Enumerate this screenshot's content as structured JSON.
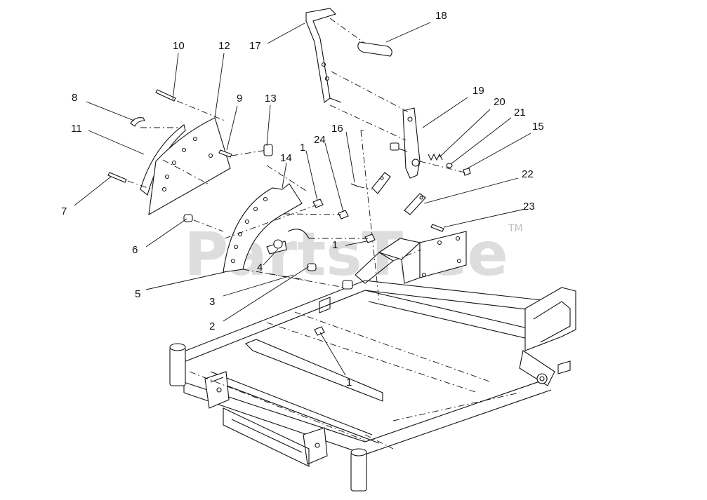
{
  "diagram": {
    "callouts": [
      {
        "id": "c1a",
        "label": "1"
      },
      {
        "id": "c1b",
        "label": "1"
      },
      {
        "id": "c1c",
        "label": "1"
      },
      {
        "id": "c2",
        "label": "2"
      },
      {
        "id": "c3",
        "label": "3"
      },
      {
        "id": "c4",
        "label": "4"
      },
      {
        "id": "c5",
        "label": "5"
      },
      {
        "id": "c6",
        "label": "6"
      },
      {
        "id": "c7",
        "label": "7"
      },
      {
        "id": "c8",
        "label": "8"
      },
      {
        "id": "c9",
        "label": "9"
      },
      {
        "id": "c10",
        "label": "10"
      },
      {
        "id": "c11",
        "label": "11"
      },
      {
        "id": "c12",
        "label": "12"
      },
      {
        "id": "c13",
        "label": "13"
      },
      {
        "id": "c14",
        "label": "14"
      },
      {
        "id": "c15",
        "label": "15"
      },
      {
        "id": "c16",
        "label": "16"
      },
      {
        "id": "c17",
        "label": "17"
      },
      {
        "id": "c18",
        "label": "18"
      },
      {
        "id": "c19",
        "label": "19"
      },
      {
        "id": "c20",
        "label": "20"
      },
      {
        "id": "c21",
        "label": "21"
      },
      {
        "id": "c22",
        "label": "22"
      },
      {
        "id": "c23",
        "label": "23"
      },
      {
        "id": "c24",
        "label": "24"
      }
    ]
  },
  "watermark": {
    "text": "PartsTree",
    "trademark": "TM"
  }
}
